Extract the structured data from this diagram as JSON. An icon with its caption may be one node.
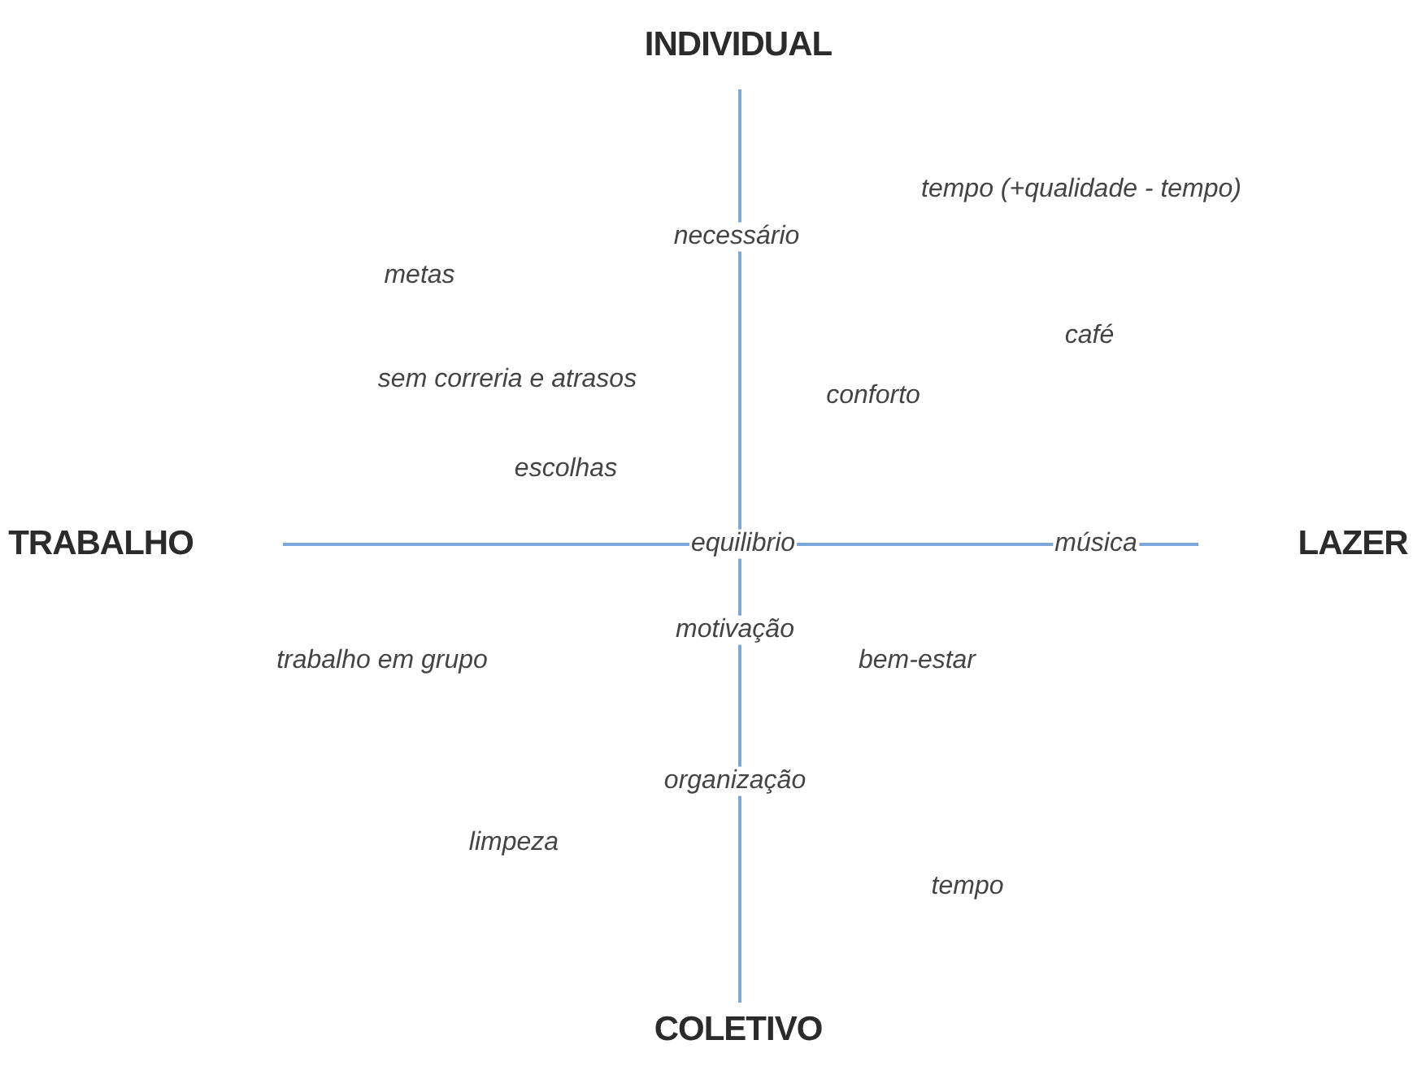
{
  "diagram": {
    "labels": [
      "INDIVIDUAL",
      "tempo (+qualidade - tempo)",
      "necessário",
      "metas",
      "café",
      "sem correria e atrasos",
      "conforto",
      "escolhas",
      "TRABALHO",
      "equilibrio",
      "música",
      "LAZER",
      "motivação",
      "trabalho em grupo",
      "bem-estar",
      "organização",
      "limpeza",
      "tempo",
      "COLETIVO"
    ]
  }
}
